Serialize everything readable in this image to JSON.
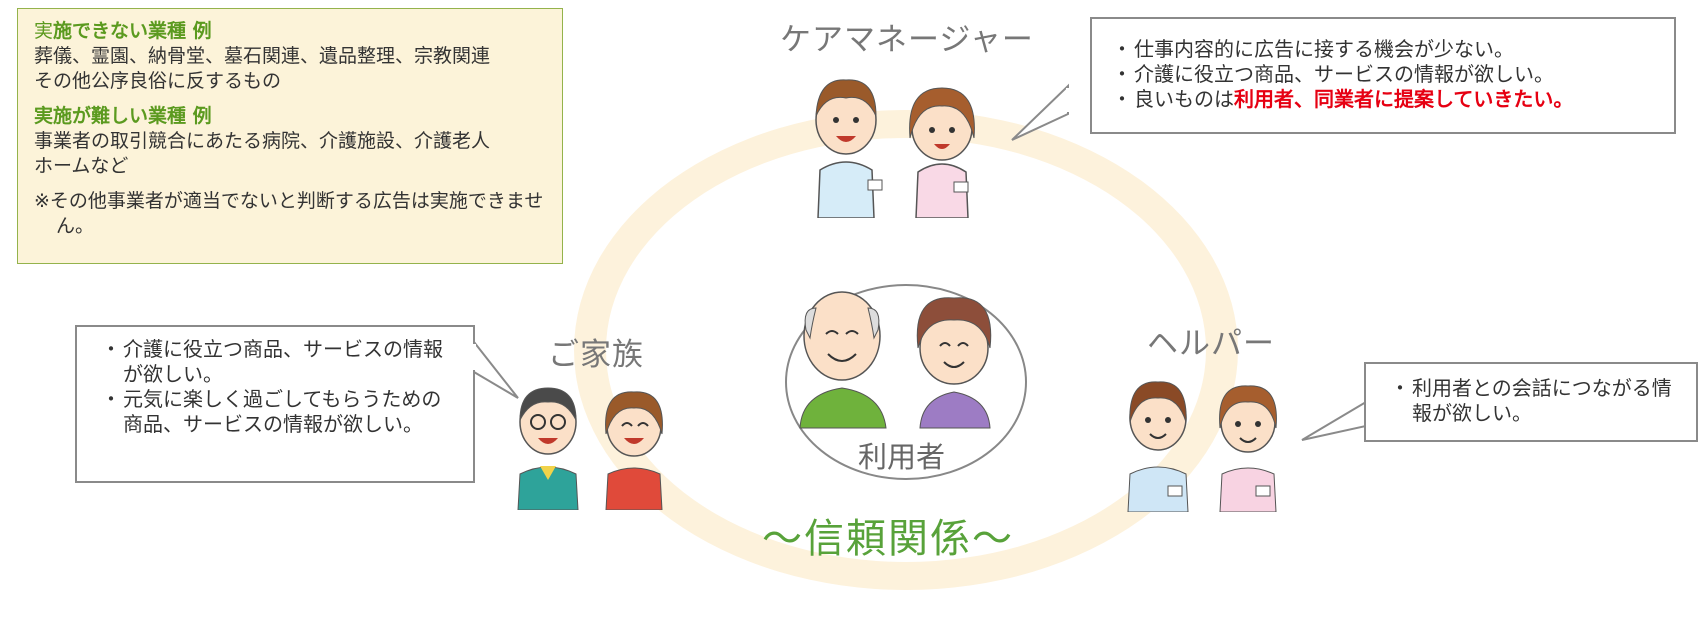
{
  "notice": {
    "section1_title_lead": "実",
    "section1_title_rest": "施できない業種 例",
    "section1_lines": [
      "葬儀、霊園、納骨堂、墓石関連、遺品整理、宗教関連",
      "その他公序良俗に反するもの"
    ],
    "section2_title": "実施が難しい業種 例",
    "section2_lines": [
      "事業者の取引競合にあたる病院、介護施設、介護老人",
      "ホームなど"
    ],
    "note": "※その他事業者が適当でないと判断する広告は実施できません。"
  },
  "roles": {
    "care_manager": "ケアマネージャー",
    "family": "ご家族",
    "helper": "ヘルパー",
    "user": "利用者"
  },
  "balloons": {
    "care_manager": {
      "line1": "仕事内容的に広告に接する機会が少ない。",
      "line2": "介護に役立つ商品、サービスの情報が欲しい。",
      "line3_normal": "良いものは",
      "line3_red": "利用者、同業者に提案していきたい。"
    },
    "family": {
      "item1": "介護に役立つ商品、サービスの情報が欲しい。",
      "item2": "元気に楽しく過ごしてもらうための商品、サービスの情報が欲しい。"
    },
    "helper": {
      "item1": "利用者との会話につながる情報が欲しい。"
    }
  },
  "trust_label": "〜信頼関係〜",
  "colors": {
    "notice_bg": "#fcf3d9",
    "notice_border": "#94b34b",
    "green_heading": "#5b9a1f",
    "highlight_red": "#e60012",
    "ellipse_fill": "#fdf2dc",
    "trust_green": "#58a23a"
  }
}
